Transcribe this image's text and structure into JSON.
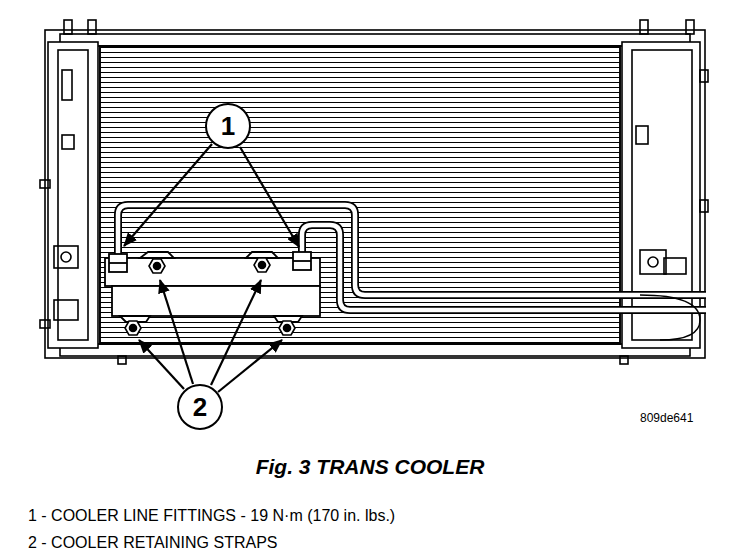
{
  "diagram": {
    "caption": "Fig. 3 TRANS COOLER",
    "nodes": [
      {
        "text": [
          "1"
        ]
      },
      {
        "text": [
          "2"
        ]
      }
    ],
    "labels": [
      "809de641",
      "1 - COOLER LINE FITTINGS - 19 N·m (170 in. lbs.)",
      "2 - COOLER RETAINING STRAPS"
    ]
  }
}
